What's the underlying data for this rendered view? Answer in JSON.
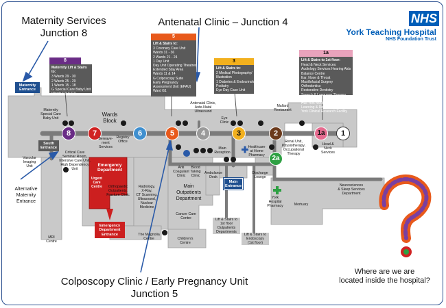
{
  "callouts": {
    "maternity_services": [
      "Maternity Services",
      "Junction 8"
    ],
    "antenatal_clinic": "Antenatal Clinic – Junction 4",
    "colposcopy_clinic": [
      "Colposcopy Clinic / Early Pregnancy Unit",
      "Junction 5"
    ],
    "alternative_entrance": [
      "Alternative",
      "Maternity",
      "Entrance"
    ],
    "question": [
      "Where are we are",
      "located inside the hospital?"
    ]
  },
  "org": {
    "logo": "NHS",
    "name": "York Teaching Hospital",
    "trust": "NHS Foundation Trust"
  },
  "colors": {
    "junction_8": "#6a2c86",
    "junction_7": "#d02323",
    "junction_6": "#3f8fcf",
    "junction_5": "#e8591b",
    "junction_4": "#9a9a9a",
    "junction_3": "#f2b01e",
    "junction_2": "#6b3a1c",
    "junction_1a": "#e56b8f",
    "junction_2a": "#2ea043",
    "junction_1": "#ffffff",
    "building": "#c9c9c9",
    "corridor": "#7b7b7b",
    "emergency": "#cc1f1f",
    "entrance": "#1f4f8f",
    "panel": "#5a5a5a"
  },
  "panels": {
    "p8": {
      "tab": "8",
      "title": "Maternity Lift & Stairs to:",
      "lines": [
        "3  Wards 29 - 30",
        "2  Wards 25 - 29",
        "1  Wards 15 - 18",
        "G  Special Care Baby Unit",
        "    Wards G3 & G3"
      ]
    },
    "p5": {
      "tab": "5",
      "title": "Lift & Stairs to:",
      "lines": [
        "3  Coronary Care Unit",
        "    Wards 31 - 36",
        "2  Wards 21 - 24",
        "1  Day Unit",
        "    Day Unit Operating Theatres",
        "    Extended Stay Area",
        "    Wards 11 & 14",
        "G  Colposcopy Suite",
        "    Early Pregnancy",
        "    Assessment Unit (EPAU)",
        "    Ward G1"
      ]
    },
    "p3": {
      "tab": "3",
      "title": "Lift & Stairs to:",
      "lines": [
        "2  Medical Photography/",
        "    Illustration",
        "1  Diabetes & Endocrinology",
        "    Podiatry",
        "    Eye Day Case Unit"
      ]
    },
    "p1a": {
      "tab": "1a",
      "title": "Lift & Stairs to 1st floor:",
      "lines": [
        "Head & Neck Services:",
        "Audiology Services Hearing Aids",
        "Balance Centre",
        "Ear, Nose & Throat",
        "Maxillofacial Surgery",
        "Orthodontics",
        "Restorative Dentistry",
        "Speech & Language Therapy",
        "",
        "Hull York Medical School (HYMS)",
        "Learning & Research Centre",
        "York Clinical Research Facility"
      ]
    }
  },
  "junctions": [
    {
      "id": "8",
      "color": "#6a2c86"
    },
    {
      "id": "7",
      "color": "#d02323"
    },
    {
      "id": "6",
      "color": "#3f8fcf"
    },
    {
      "id": "5",
      "color": "#e8591b"
    },
    {
      "id": "4",
      "color": "#9a9a9a"
    },
    {
      "id": "3",
      "color": "#f2b01e"
    },
    {
      "id": "2",
      "color": "#6b3a1c"
    },
    {
      "id": "1a",
      "color": "#e56b8f"
    },
    {
      "id": "1",
      "color": "#ffffff"
    },
    {
      "id": "2a",
      "color": "#2ea043"
    }
  ],
  "labels": {
    "maternity_entrance": [
      "Maternity",
      "Entrance"
    ],
    "maternity_scbu": [
      "Maternity",
      "Special Care",
      "Baby Unit"
    ],
    "wards_block": [
      "Wards",
      "Block"
    ],
    "registry_office": [
      "Registry",
      "Office"
    ],
    "antenatal_clinic_map": [
      "Antenatal Clinic,",
      "Ante-Natal",
      "Ultrasound"
    ],
    "eye_clinic": [
      "Eye",
      "Clinic"
    ],
    "mallard": [
      "Mallard",
      "Restaurant"
    ],
    "renal_unit": [
      "Renal Unit,",
      "Physiotherapy,",
      "Occupational",
      "Therapy"
    ],
    "head_neck": [
      "Head &",
      "Neck",
      "Services"
    ],
    "south_entrance": [
      "South",
      "Entrance"
    ],
    "vascular": [
      "Vascular",
      "Imaging",
      "Unit"
    ],
    "critical_care": [
      "Critical Care",
      "Seminar Room,",
      "Intensive Care Unit,",
      "High Dependency Unit"
    ],
    "bereavement": [
      "Bereave-",
      "ment",
      "Services"
    ],
    "emergency_department": [
      "Emergency",
      "Department"
    ],
    "urgent_care": [
      "Urgent",
      "Care",
      "Centre"
    ],
    "orthopaedic": [
      "Orthopaedic",
      "Outpatients,",
      "Fracture Clinic"
    ],
    "emergency_entrance": [
      "Emergency",
      "Department",
      "Entrance"
    ],
    "radiology": [
      "Radiology,",
      "X-Ray,",
      "CT Scanning,",
      "Ultrasound,",
      "Nuclear",
      "Medicine"
    ],
    "anti_coagulant": [
      "Anti",
      "Coagulant",
      "Clinic"
    ],
    "blood_taking": [
      "Blood",
      "Taking",
      "Clinic"
    ],
    "main_reception": [
      "Main",
      "Reception"
    ],
    "healthcare_pharmacy": [
      "Healthcare",
      "at Home",
      "Pharmacy"
    ],
    "ambulance_desk": [
      "Ambulance",
      "Desk"
    ],
    "main_entrance": [
      "Main",
      "Entrance"
    ],
    "discharge_lounge": [
      "Discharge",
      "Lounge"
    ],
    "main_outpatients": [
      "Main",
      "Outpatients",
      "Department"
    ],
    "york_pharmacy": [
      "York",
      "Hospital",
      "Pharmacy"
    ],
    "neurosciences": [
      "Neurosciences",
      "& Sleep Services",
      "Department"
    ],
    "mortuary": "Mortuary",
    "cancer_care": [
      "Cancer Care",
      "Centre"
    ],
    "magnolia": "The Magnolia Centre",
    "childrens": [
      "Children's",
      "Centre"
    ],
    "mri": [
      "MRI",
      "Centre"
    ],
    "lift_outpatients": [
      "Lift & Stairs to",
      "1st floor",
      "Outpatients",
      "Departments"
    ],
    "lift_endoscopy": [
      "Lift & Stairs to",
      "Endoscopy",
      "(1st floor)"
    ]
  }
}
